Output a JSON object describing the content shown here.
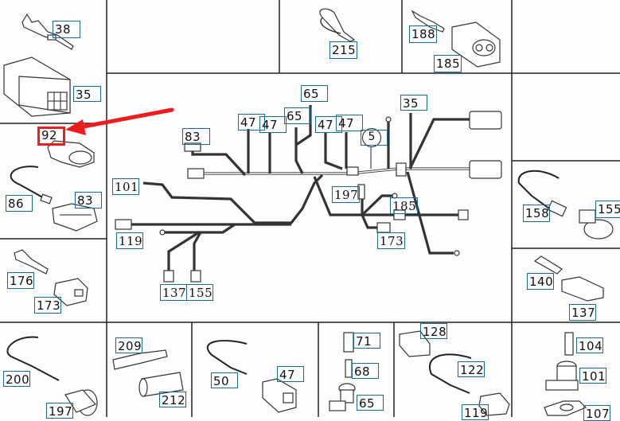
{
  "diagram": {
    "title": "Wiring harness exploded parts diagram",
    "highlight_color": "#ee1c1c",
    "callout_border_color": "#1a6a96",
    "highlighted_part": "92",
    "panels": {
      "top_left": {
        "labels": [
          "38",
          "35"
        ]
      },
      "top_middle": {
        "labels": [
          "215"
        ]
      },
      "top_right": {
        "labels": [
          "188",
          "185"
        ]
      },
      "left_middle": {
        "labels": [
          "92",
          "86",
          "83"
        ]
      },
      "left_lower": {
        "labels": [
          "176",
          "173"
        ]
      },
      "right_upper": {
        "labels": [
          "158",
          "155"
        ]
      },
      "right_lower": {
        "labels": [
          "140",
          "137"
        ]
      },
      "bottom_1": {
        "labels": [
          "200",
          "197"
        ]
      },
      "bottom_2": {
        "labels": [
          "209",
          "212"
        ]
      },
      "bottom_3": {
        "labels": [
          "50",
          "47"
        ]
      },
      "bottom_4": {
        "labels": [
          "71",
          "68",
          "65"
        ]
      },
      "bottom_5": {
        "labels": [
          "128",
          "122",
          "119"
        ]
      },
      "bottom_6": {
        "labels": [
          "104",
          "101",
          "107"
        ]
      }
    },
    "main_harness": {
      "labels": {
        "c65a": "65",
        "c65b": "65",
        "c47a": "47",
        "c47b": "47",
        "c47c": "47",
        "c47d": "47",
        "c35": "35",
        "c83": "83",
        "c101": "101",
        "c119": "119",
        "c137": "137",
        "c155": "155",
        "c197": "197",
        "c185": "185",
        "c173": "173",
        "circle5": "5"
      }
    }
  }
}
